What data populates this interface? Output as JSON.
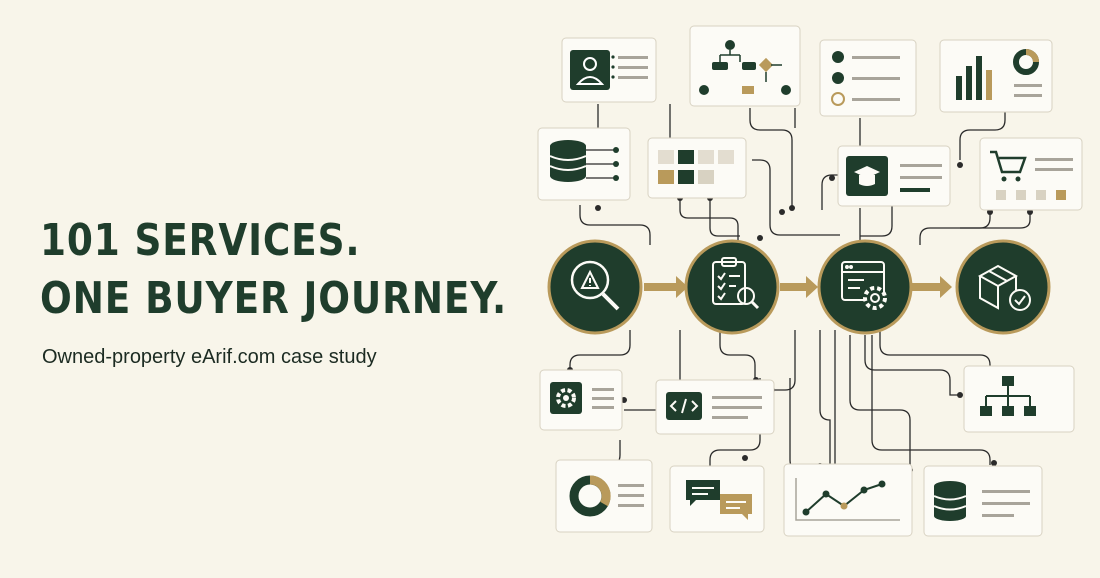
{
  "hero": {
    "headline_line1": "101 SERVICES.",
    "headline_line2": "ONE BUYER JOURNEY.",
    "subtitle": "Owned-property eArif.com case study"
  },
  "colors": {
    "background": "#f8f5ea",
    "primary_green": "#1f3d2c",
    "accent_gold": "#b99a5b",
    "card_bg": "#fcfbf6",
    "line": "#2b2b2b",
    "muted": "#a8a49a"
  },
  "journey_steps": [
    {
      "icon": "search-alert-icon"
    },
    {
      "icon": "clipboard-checklist-icon"
    },
    {
      "icon": "browser-gear-icon"
    },
    {
      "icon": "package-check-icon"
    }
  ],
  "service_cards": [
    {
      "icon": "user-profile-icon"
    },
    {
      "icon": "workflow-icon"
    },
    {
      "icon": "checklist-icon"
    },
    {
      "icon": "analytics-chart-icon"
    },
    {
      "icon": "database-icon"
    },
    {
      "icon": "grid-tiles-icon"
    },
    {
      "icon": "graduation-cap-icon"
    },
    {
      "icon": "shopping-cart-icon"
    },
    {
      "icon": "settings-gear-icon"
    },
    {
      "icon": "code-icon"
    },
    {
      "icon": "org-chart-icon"
    },
    {
      "icon": "donut-chart-icon"
    },
    {
      "icon": "chat-bubbles-icon"
    },
    {
      "icon": "line-chart-icon"
    },
    {
      "icon": "database-icon"
    }
  ]
}
